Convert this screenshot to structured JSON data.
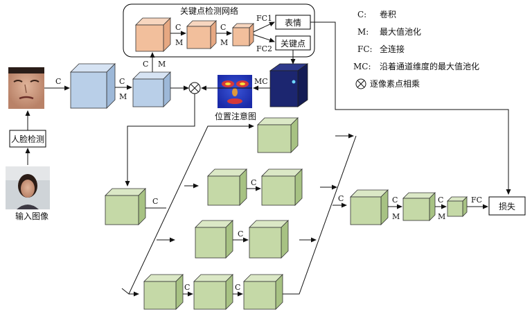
{
  "network_title": "关键点检测网络",
  "face_detect_label": "人脸检测",
  "input_image_label": "输入图像",
  "attention_map_label": "位置注意图",
  "expression_box": "表情",
  "keypoint_box": "关键点",
  "loss_box": "损失",
  "op_labels": {
    "c": "C",
    "m": "M",
    "mc": "MC",
    "fc": "FC",
    "fc1": "FC1",
    "fc2": "FC2"
  },
  "legend": [
    {
      "key": "C:",
      "text": "卷积"
    },
    {
      "key": "M:",
      "text": "最大值池化"
    },
    {
      "key": "FC:",
      "text": "全连接"
    },
    {
      "key": "MC:",
      "text": "沿着通道维度的最大值池化"
    },
    {
      "key": "⊗",
      "text": "逐像素点相乘"
    }
  ],
  "colors": {
    "blue_cube": "#b9cfe8",
    "orange_cube": "#f2bf9c",
    "green_cube": "#c5d9a7",
    "navy_map": "#1c2670",
    "frame": "#000000"
  },
  "icons": [
    "face-photo",
    "multiply-circle-icon",
    "heatmap"
  ]
}
